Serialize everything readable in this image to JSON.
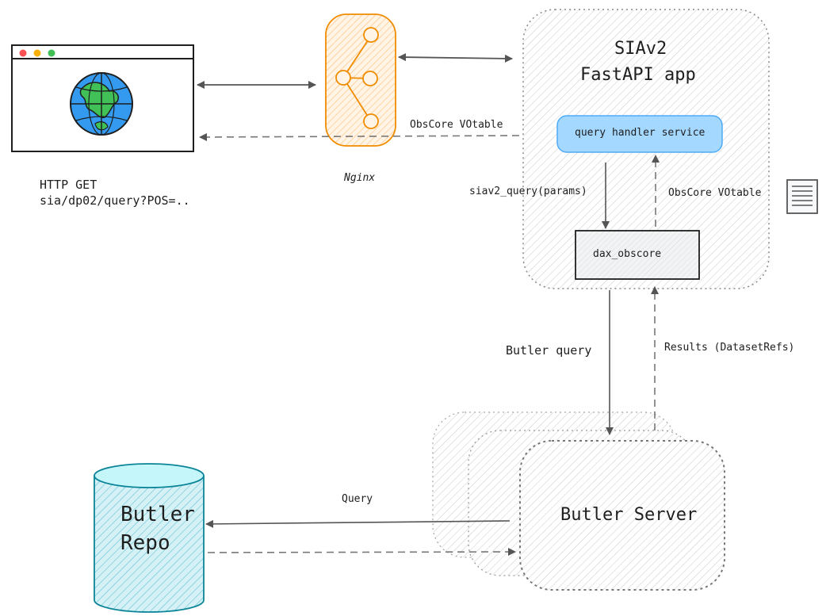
{
  "colors": {
    "stroke": "#1e1e1e",
    "nginx_stroke": "#f08c00",
    "nginx_fill": "#ffd8a8",
    "globe_blue": "#1971c2",
    "globe_fill": "#339af0",
    "globe_land": "#40c057",
    "query_handler_fill": "#a5d8ff",
    "query_handler_stroke": "#4dabf7",
    "dax_fill": "#e9ecef",
    "repo_stroke": "#0c8599",
    "repo_fill": "#99e9f2",
    "window_dot_red": "#fa5252",
    "window_dot_yellow": "#fab005",
    "window_dot_green": "#40c057"
  },
  "icons": {
    "browser": "browser-window-icon",
    "globe": "globe-icon",
    "nginx": "nginx-share-icon",
    "document": "document-icon",
    "database": "database-cylinder-icon"
  },
  "labels": {
    "http_line1": "HTTP GET",
    "http_line2": "sia/dp02/query?POS=..",
    "nginx": "Nginx",
    "app_line1": "SIAv2",
    "app_line2": "FastAPI app",
    "query_handler": "query handler service",
    "dax_obscore": "dax_obscore",
    "siav2_query": "siav2_query(params)",
    "obscore_votable_internal": "ObsCore VOtable",
    "obscore_votable_return": "ObsCore VOtable",
    "butler_query": "Butler query",
    "results": "Results (DatasetRefs)",
    "query": "Query",
    "butler_server": "Butler Server",
    "repo_line1": "Butler",
    "repo_line2": "Repo"
  }
}
